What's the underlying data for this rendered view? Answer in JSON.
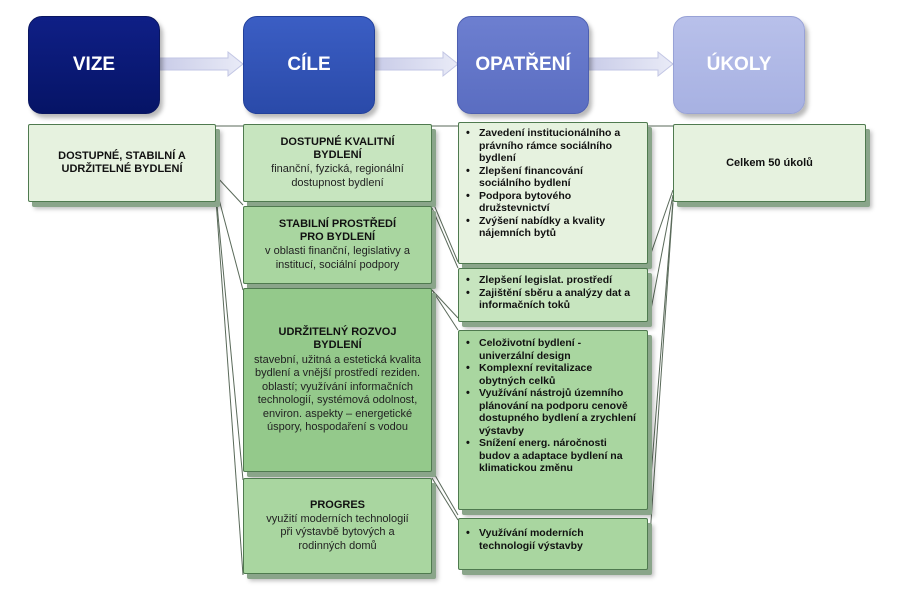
{
  "headers": {
    "vize": "VIZE",
    "cile": "CÍLE",
    "opatreni": "OPATŘENÍ",
    "ukoly": "ÚKOLY"
  },
  "vision": "DOSTUPNÉ, STABILNÍ A UDRŽITELNÉ BYDLENÍ",
  "goals": [
    {
      "title": "DOSTUPNÉ KVALITNÍ BYDLENÍ",
      "desc": "finanční, fyzická, regionální dostupnost bydlení"
    },
    {
      "title": "STABILNÍ PROSTŘEDÍ PRO BYDLENÍ",
      "desc": "v oblasti finanční, legislativy a institucí, sociální podpory"
    },
    {
      "title": "UDRŽITELNÝ ROZVOJ BYDLENÍ",
      "desc": "stavební, užitná a estetická kvalita bydlení a vnější prostředí reziden. oblastí; využívání informačních technologií, systémová odolnost, environ. aspekty – energetické úspory, hospodaření s vodou"
    },
    {
      "title": "PROGRES",
      "desc": "využití moderních technologií při výstavbě bytových a rodinných domů"
    }
  ],
  "measures": [
    {
      "items": [
        "Zavedení institucionálního a právního rámce sociálního bydlení",
        "Zlepšení financování sociálního bydlení",
        "Podpora bytového družstevnictví",
        "Zvýšení nabídky a kvality nájemních bytů"
      ]
    },
    {
      "items": [
        "Zlepšení legislat. prostředí",
        "Zajištění sběru a analýzy dat a informačních toků"
      ]
    },
    {
      "items": [
        "Celoživotní bydlení - univerzální design",
        "Komplexní revitalizace obytných celků",
        "Využívání nástrojů územního plánování na podporu cenově dostupného bydlení a zrychlení výstavby",
        "Snížení energ. náročnosti budov a adaptace bydlení na klimatickou změnu"
      ]
    },
    {
      "items": [
        "Využívání moderních technologií výstavby"
      ]
    }
  ],
  "tasks": "Celkem 50 úkolů"
}
